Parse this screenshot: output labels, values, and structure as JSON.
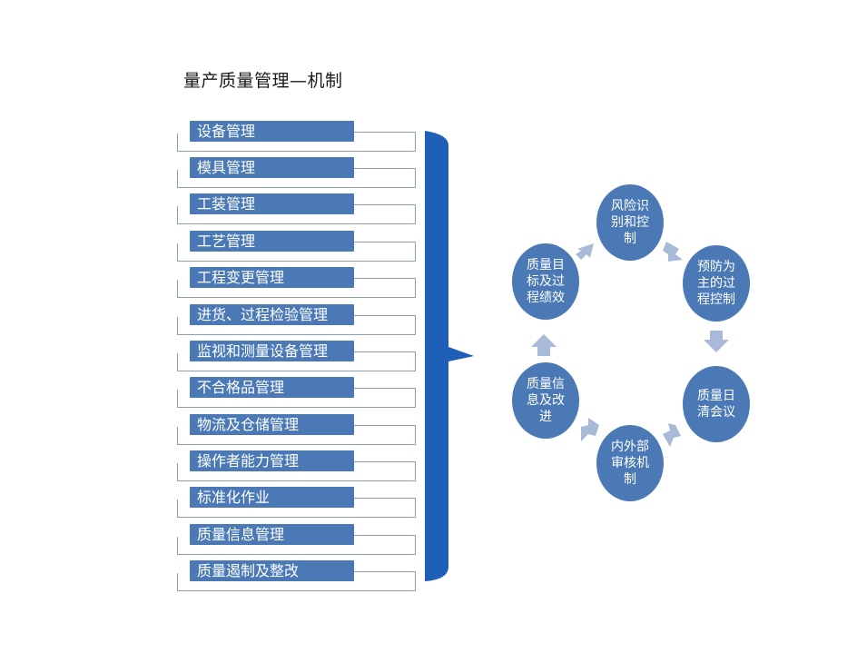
{
  "title": "量产质量管理—机制",
  "items": [
    "设备管理",
    "模具管理",
    "工装管理",
    "工艺管理",
    "工程变更管理",
    "进货、过程检验管理",
    "监视和测量设备管理",
    "不合格品管理",
    "物流及仓储管理",
    "操作者能力管理",
    "标准化作业",
    "质量信息管理",
    "质量遏制及整改"
  ],
  "cycle": {
    "nodes": [
      "风险识别和控制",
      "预防为主的过程控制",
      "质量日清会议",
      "内外部审核机制",
      "质量信息及改进",
      "质量目标及过程绩效"
    ]
  },
  "colors": {
    "box_fill": "#4a79b6",
    "brace": "#1f5fb8",
    "arrow": "#a9b9d8",
    "frame": "#8c9fb5"
  }
}
